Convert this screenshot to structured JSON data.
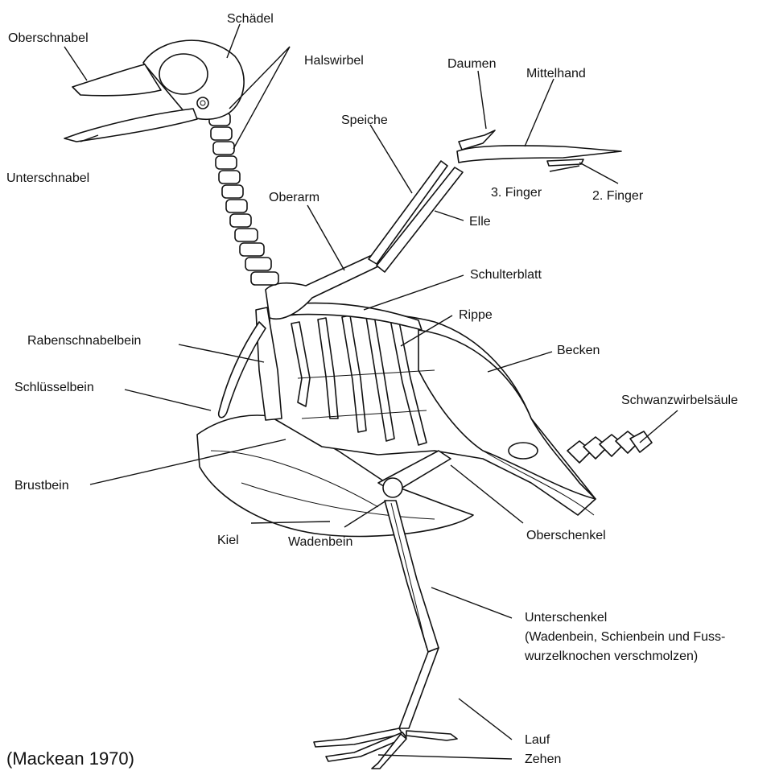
{
  "labels": {
    "oberschnabel": "Oberschnabel",
    "schaedel": "Schädel",
    "halswirbel": "Halswirbel",
    "daumen": "Daumen",
    "mittelhand": "Mittelhand",
    "unterschnabel": "Unterschnabel",
    "speiche": "Speiche",
    "finger3": "3. Finger",
    "finger2": "2. Finger",
    "oberarm": "Oberarm",
    "elle": "Elle",
    "schulterblatt": "Schulterblatt",
    "rippe": "Rippe",
    "rabenschnabelbein": "Rabenschnabelbein",
    "becken": "Becken",
    "schluesselbein": "Schlüsselbein",
    "schwanzwirbelsaeule": "Schwanzwirbelsäule",
    "brustbein": "Brustbein",
    "oberschenkel": "Oberschenkel",
    "kiel": "Kiel",
    "wadenbein": "Wadenbein",
    "unterschenkel_1": "Unterschenkel",
    "unterschenkel_2": "(Wadenbein, Schienbein und Fuss-",
    "unterschenkel_3": "wurzelknochen verschmolzen)",
    "lauf": "Lauf",
    "zehen": "Zehen"
  },
  "source": "(Mackean 1970)"
}
